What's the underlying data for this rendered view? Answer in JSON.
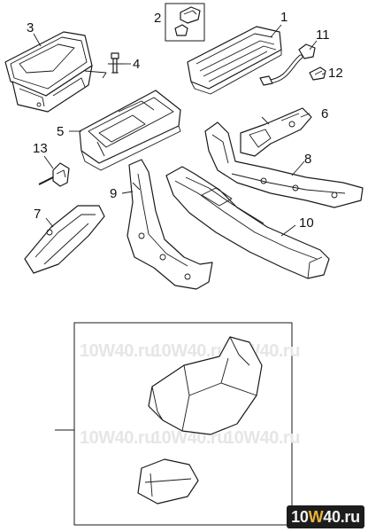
{
  "callouts": {
    "c1": "1",
    "c2": "2",
    "c3": "3",
    "c4": "4",
    "c5": "5",
    "c6": "6",
    "c7": "7",
    "c8": "8",
    "c9": "9",
    "c10": "10",
    "c11": "11",
    "c12": "12",
    "c13": "13"
  },
  "watermark": {
    "text": "10W40.ru"
  },
  "logo": {
    "part1": "10",
    "part2": "W",
    "part3": "40.ru"
  }
}
